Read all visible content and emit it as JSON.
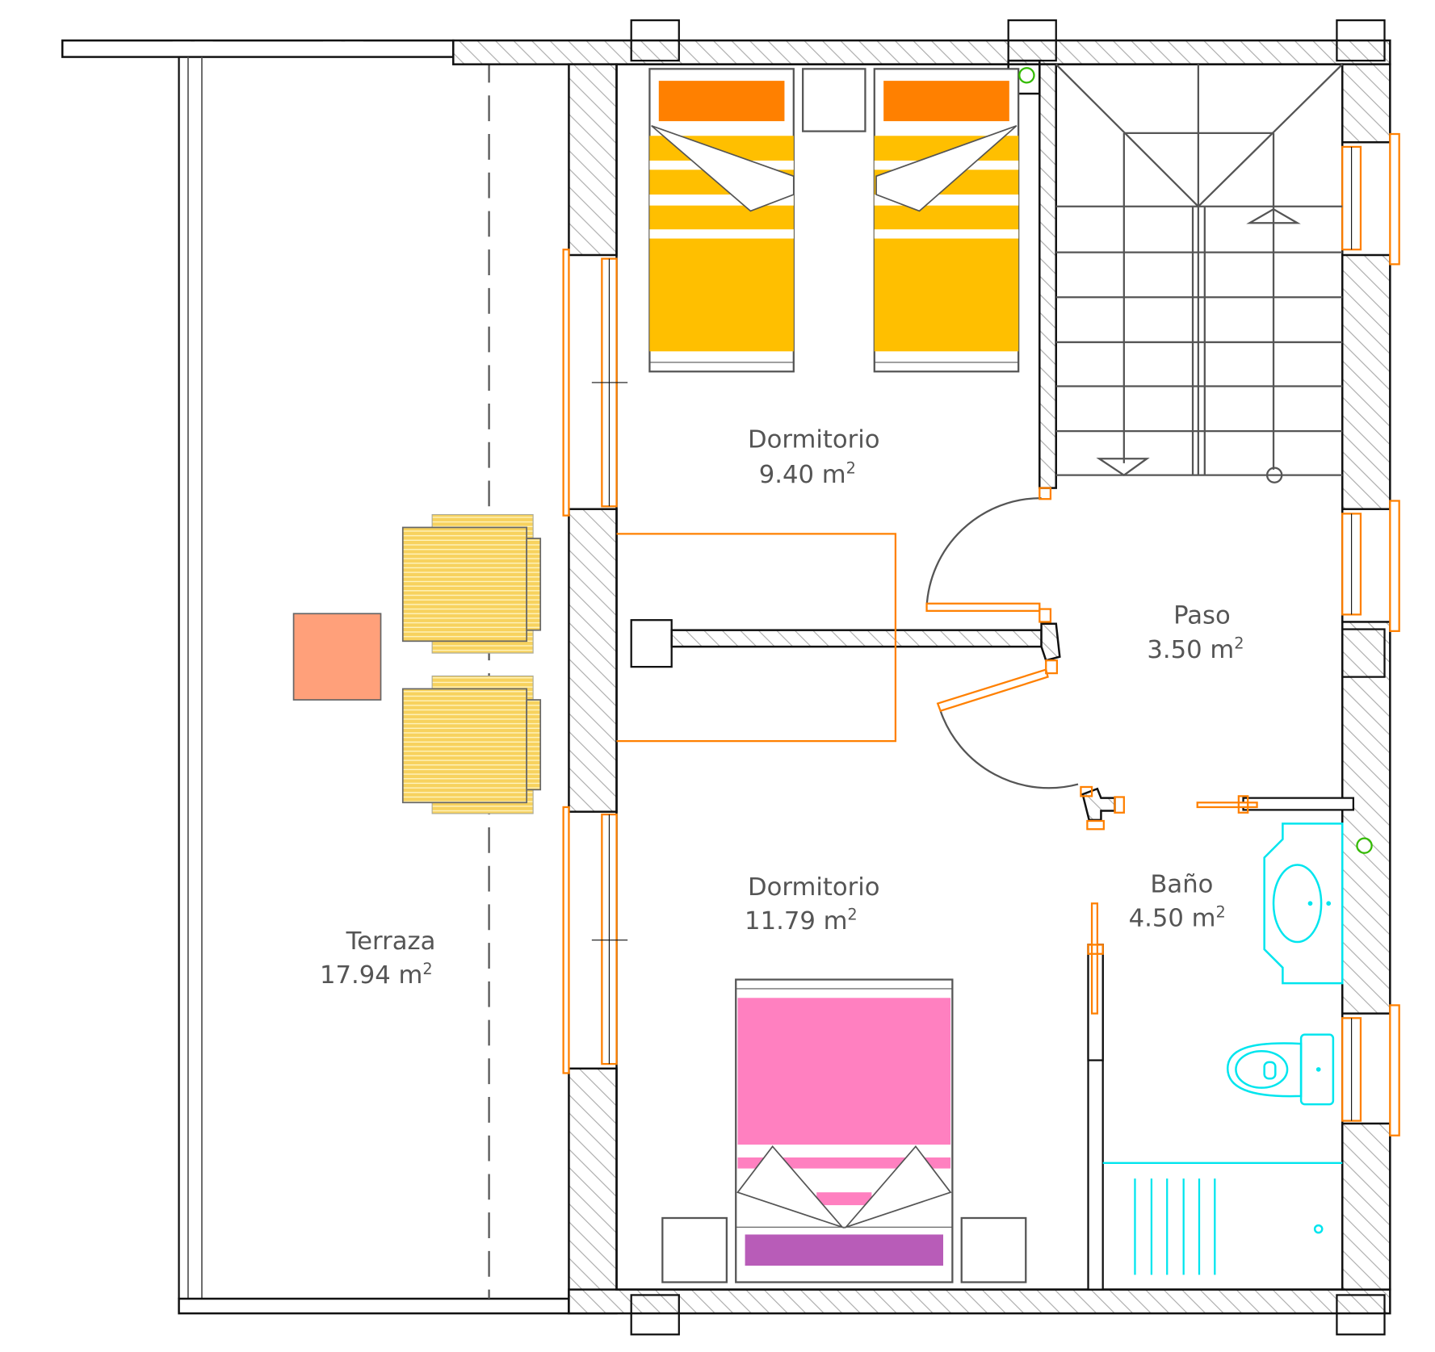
{
  "title": "Floor plan - upper floor",
  "rooms": [
    {
      "name": "Dormitorio",
      "area": "9.40 m",
      "unit_sup": "2"
    },
    {
      "name": "Paso",
      "area": "3.50 m",
      "unit_sup": "2"
    },
    {
      "name": "Dormitorio",
      "area": "11.79 m",
      "unit_sup": "2"
    },
    {
      "name": "Baño",
      "area": "4.50 m",
      "unit_sup": "2"
    },
    {
      "name": "Terraza",
      "area": "17.94 m",
      "unit_sup": "2"
    }
  ],
  "colors": {
    "wall": "#111111",
    "door_window": "#ff8000",
    "twin_bed": "#ffbf00",
    "pillow": "#ff8000",
    "double_bed": "#ff80c0",
    "double_bed_blanket": "#b85cb8",
    "sanitary": "#00e5ee",
    "terrace_table": "#ffa07a",
    "terrace_chair": "#f7d25e",
    "light_point": "#33bb00"
  }
}
